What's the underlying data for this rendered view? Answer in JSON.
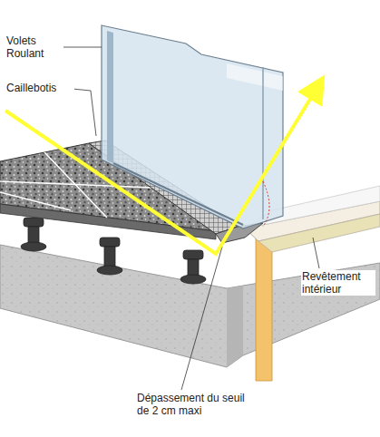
{
  "diagram": {
    "labels": [
      "Volets Roulant",
      "Caillebotis",
      "Revêtement intérieur",
      "Dépassement du seuil de 2 cm maxi"
    ]
  }
}
